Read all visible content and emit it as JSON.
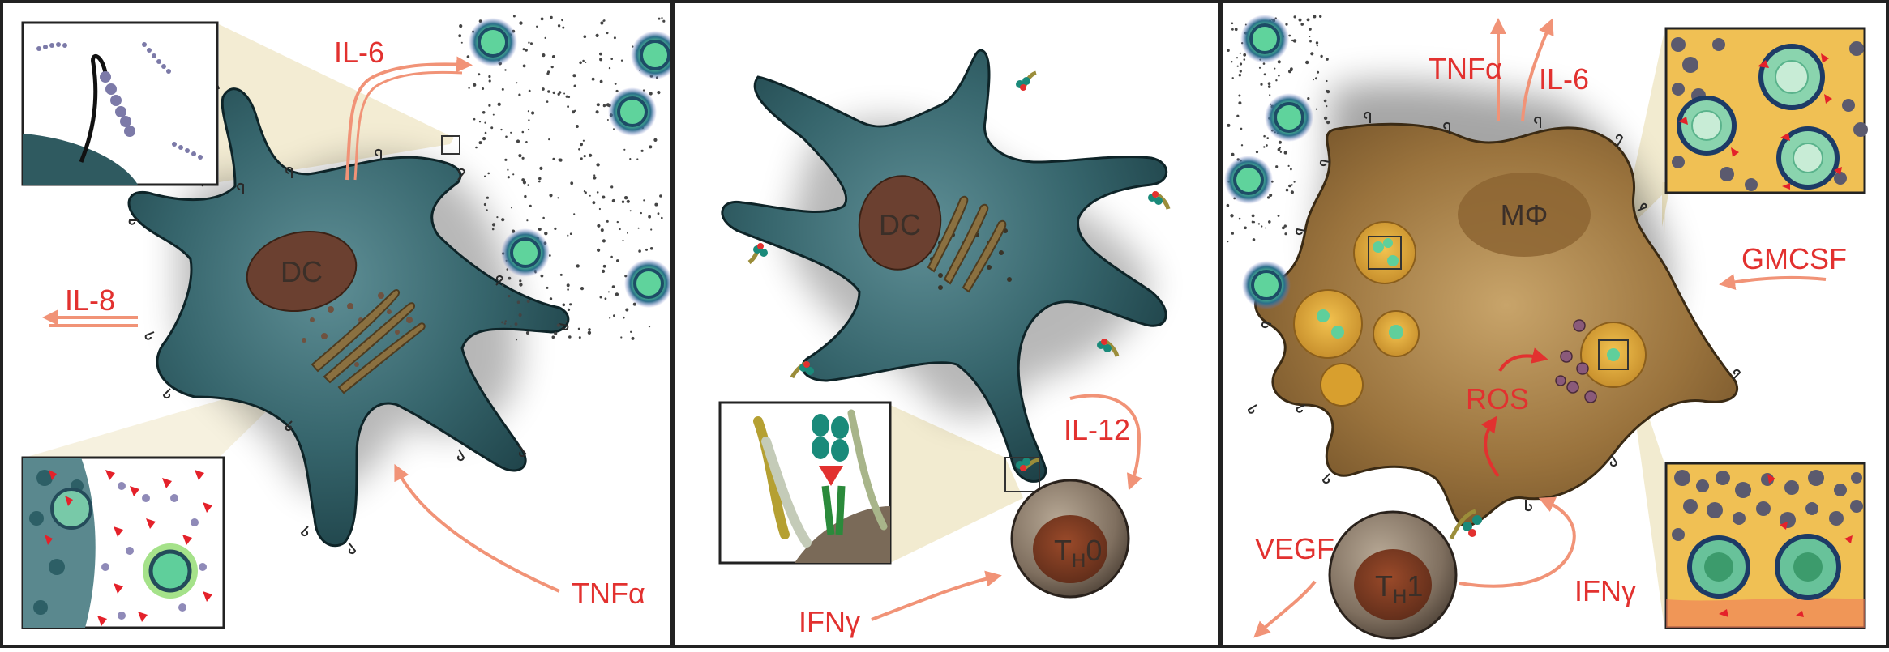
{
  "panels": [
    {
      "id": "panel-1",
      "cell_label": "DC",
      "cytokines": {
        "il6": "IL-6",
        "il8": "IL-8",
        "tnfa": "TNFα"
      }
    },
    {
      "id": "panel-2",
      "cell_label": "DC",
      "t_cell": {
        "main": "T",
        "sub": "H",
        "suffix": "0"
      },
      "cytokines": {
        "il12": "IL-12",
        "ifng": "IFNγ"
      }
    },
    {
      "id": "panel-3",
      "cell_label": "MΦ",
      "t_cell": {
        "main": "T",
        "sub": "H",
        "suffix": "1"
      },
      "cytokines": {
        "tnfa": "TNFα",
        "il6": "IL-6",
        "gmcsf": "GMCSF",
        "ros": "ROS",
        "vegf": "VEGF",
        "ifng": "IFNγ"
      }
    }
  ],
  "colors": {
    "dc_cell": "#2f5a60",
    "nucleus": "#6b4030",
    "macrophage": "#8d6532",
    "arrow": "#f19377",
    "label_red": "#e2312f",
    "bacteria": "#3fb58b",
    "cream": "#efe6c4"
  }
}
